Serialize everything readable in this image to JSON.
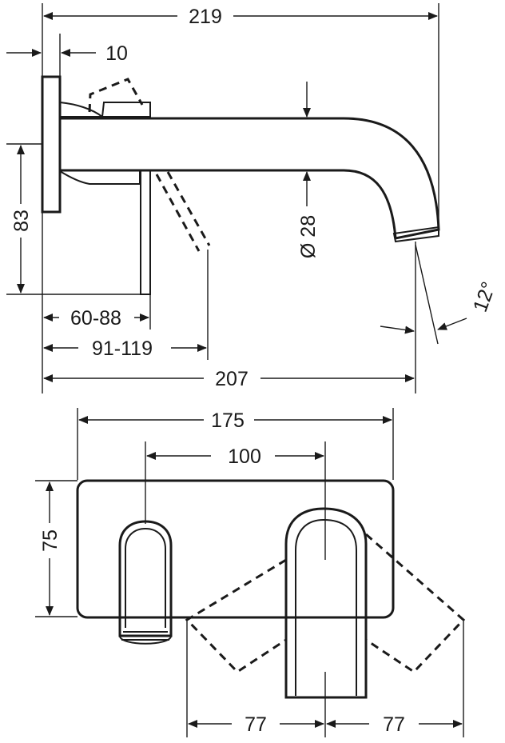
{
  "dimensions": {
    "overall_width": "219",
    "plate_thickness": "10",
    "height_83": "83",
    "diameter": "Ø 28",
    "range_60_88": "60-88",
    "range_91_119": "91-119",
    "projection_207": "207",
    "angle": "12°",
    "plate_width": "175",
    "center_distance": "100",
    "plate_height": "75",
    "swing_left": "77",
    "swing_right": "77"
  }
}
